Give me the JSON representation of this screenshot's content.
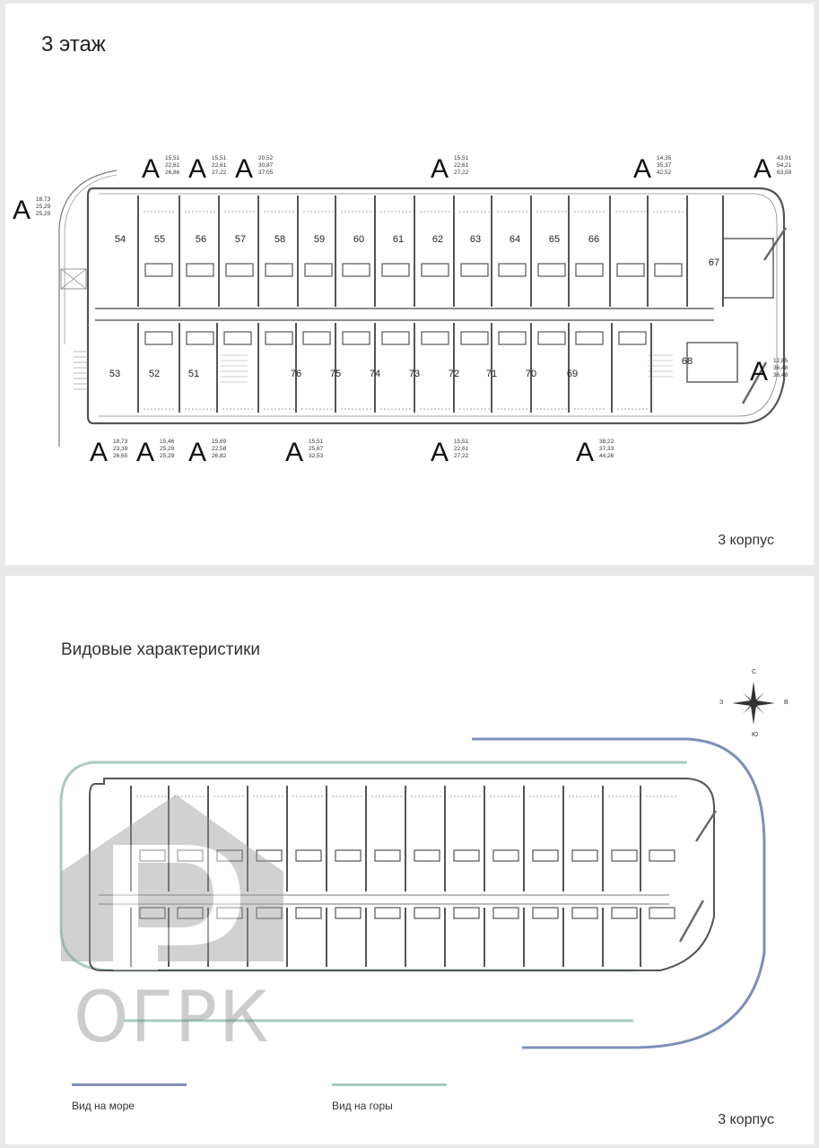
{
  "sheet1": {
    "floor_title": "3 этаж",
    "corpus_label": "3 корпус",
    "markers": [
      {
        "letter": "A",
        "areas": [
          "18,73",
          "25,29",
          "25,29"
        ]
      },
      {
        "letter": "A",
        "areas": [
          "15,51",
          "22,61",
          "26,86"
        ]
      },
      {
        "letter": "A",
        "areas": [
          "15,51",
          "22,61",
          "27,22"
        ]
      },
      {
        "letter": "A",
        "areas": [
          "20,52",
          "30,87",
          "37,05"
        ]
      },
      {
        "letter": "A",
        "areas": [
          "15,51",
          "22,61",
          "27,22"
        ]
      },
      {
        "letter": "A",
        "areas": [
          "14,35",
          "35,37",
          "42,52"
        ]
      },
      {
        "letter": "A",
        "areas": [
          "43,91",
          "54,21",
          "63,59"
        ]
      },
      {
        "letter": "A",
        "areas": [
          "12,85",
          "36,48",
          "36,48"
        ]
      },
      {
        "letter": "A",
        "areas": [
          "18,73",
          "23,39",
          "26,65"
        ]
      },
      {
        "letter": "A",
        "areas": [
          "15,46",
          "25,29",
          "25,29"
        ]
      },
      {
        "letter": "A",
        "areas": [
          "15,69",
          "22,58",
          "26,82"
        ]
      },
      {
        "letter": "A",
        "areas": [
          "15,51",
          "25,67",
          "32,53"
        ]
      },
      {
        "letter": "A",
        "areas": [
          "15,51",
          "22,61",
          "27,22"
        ]
      },
      {
        "letter": "A",
        "areas": [
          "38,22",
          "37,33",
          "44,26"
        ]
      }
    ],
    "units_top": [
      "54",
      "55",
      "56",
      "57",
      "58",
      "59",
      "60",
      "61",
      "62",
      "63",
      "64",
      "65",
      "66",
      "67"
    ],
    "units_bottom": [
      "53",
      "52",
      "51",
      "76",
      "75",
      "74",
      "73",
      "72",
      "71",
      "70",
      "69",
      "68"
    ]
  },
  "sheet2": {
    "title": "Видовые характеристики",
    "compass": {
      "n": "С",
      "e": "В",
      "s": "Ю",
      "w": "З"
    },
    "legend": [
      {
        "label": "Вид на море",
        "color": "#7f8fb9"
      },
      {
        "label": "Вид на горы",
        "color": "#a9ccbd"
      }
    ],
    "corpus_label": "3 корпус",
    "watermark": "ОГРК"
  }
}
